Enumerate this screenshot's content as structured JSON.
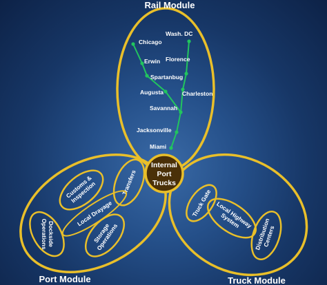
{
  "colors": {
    "ring": "#e9bf2a",
    "route": "#22c55e",
    "hub_fill": "#4a3008",
    "text": "#ffffff"
  },
  "rail_module": {
    "title": "Rail Module",
    "cities": {
      "wash_dc": "Wash. DC",
      "chicago": "Chicago",
      "erwin": "Erwin",
      "florence": "Florence",
      "spartanbug": "Spartanbug",
      "augusta": "Augusta",
      "charleston": "Charleston",
      "savannah": "Savannah",
      "jacksonville": "Jacksonville",
      "miami": "Miami"
    }
  },
  "hub": {
    "line1": "Internal",
    "line2": "Port",
    "line3": "Trucks"
  },
  "port_module": {
    "title": "Port Module",
    "customs_line1": "Customs &",
    "customs_line2": "Inspection",
    "transfers": "Transfers",
    "local_drayage": "Local Drayage",
    "dockside_line1": "Dockside",
    "dockside_line2": "Operations",
    "storage_line1": "Storage",
    "storage_line2": "Operations"
  },
  "truck_module": {
    "title": "Truck Module",
    "truck_gate": "Truck Gate",
    "highway_line1": "Local Highway",
    "highway_line2": "System",
    "distribution_line1": "Distribution",
    "distribution_line2": "Centers"
  }
}
